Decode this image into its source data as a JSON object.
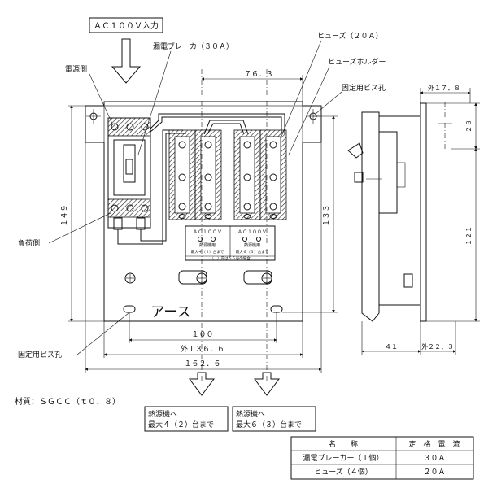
{
  "labels": {
    "input": "ＡＣ１００Ｖ入力",
    "breaker": "漏電ブレーカ（３０Ａ）",
    "fuse": "ヒューズ（２０Ａ）",
    "fuse_holder": "ヒューズホルダー",
    "fix_hole_top": "固定用ビス孔",
    "fix_hole_bottom": "固定用ビス孔",
    "power_side": "電源側",
    "load_side": "負荷側",
    "earth": "アース",
    "material": "材質：ＳＧＣＣ（ｔ０．８）",
    "out_left_1": "熱源機へ",
    "out_left_2": "最大４（２）台まで",
    "out_right_1": "熱源機へ",
    "out_right_2": "最大６（３）台まで",
    "plate_left_1": "ＡＣ１００Ｖ",
    "plate_left_2": "熱源機用",
    "plate_left_3": "最大４（２）台まで",
    "plate_right_1": "ＡＣ１００Ｖ",
    "plate_right_2": "熱源機用",
    "plate_right_3": "最大６（３）台まで",
    "plate_note": "（　）内は５５号の場合"
  },
  "dimensions": {
    "d76": "７６．３",
    "d149": "１４９",
    "d133": "１３３",
    "d100": "１００",
    "d136": "外１３６．６",
    "d162": "１６２．６",
    "d17": "外１７．８",
    "d28": "２８",
    "d121": "１２１",
    "d41": "４１",
    "d22": "外２２．３"
  },
  "table": {
    "headers": [
      "名　　称",
      "定　格　電　流"
    ],
    "rows": [
      [
        "漏電ブレーカー（１個）",
        "３０Ａ"
      ],
      [
        "ヒューズ（４個）",
        "２０Ａ"
      ]
    ]
  }
}
